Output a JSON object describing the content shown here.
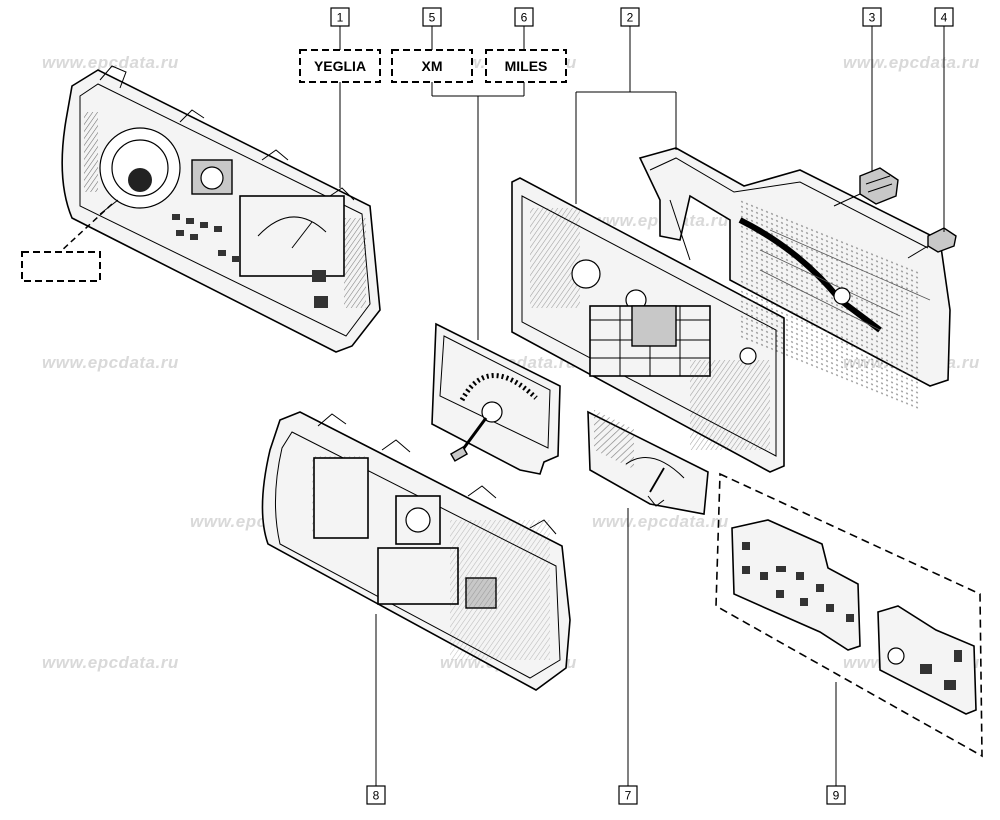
{
  "watermark": "www.epcdata.ru",
  "callouts": [
    {
      "id": "c1",
      "number": "1"
    },
    {
      "id": "c5",
      "number": "5"
    },
    {
      "id": "c6",
      "number": "6"
    },
    {
      "id": "c2",
      "number": "2"
    },
    {
      "id": "c3",
      "number": "3"
    },
    {
      "id": "c4",
      "number": "4"
    },
    {
      "id": "c8",
      "number": "8"
    },
    {
      "id": "c7",
      "number": "7"
    },
    {
      "id": "c9",
      "number": "9"
    }
  ],
  "variant_labels": {
    "yeglia": "YEGLIA",
    "xm": "XM",
    "miles": "MILES",
    "empty": ""
  }
}
